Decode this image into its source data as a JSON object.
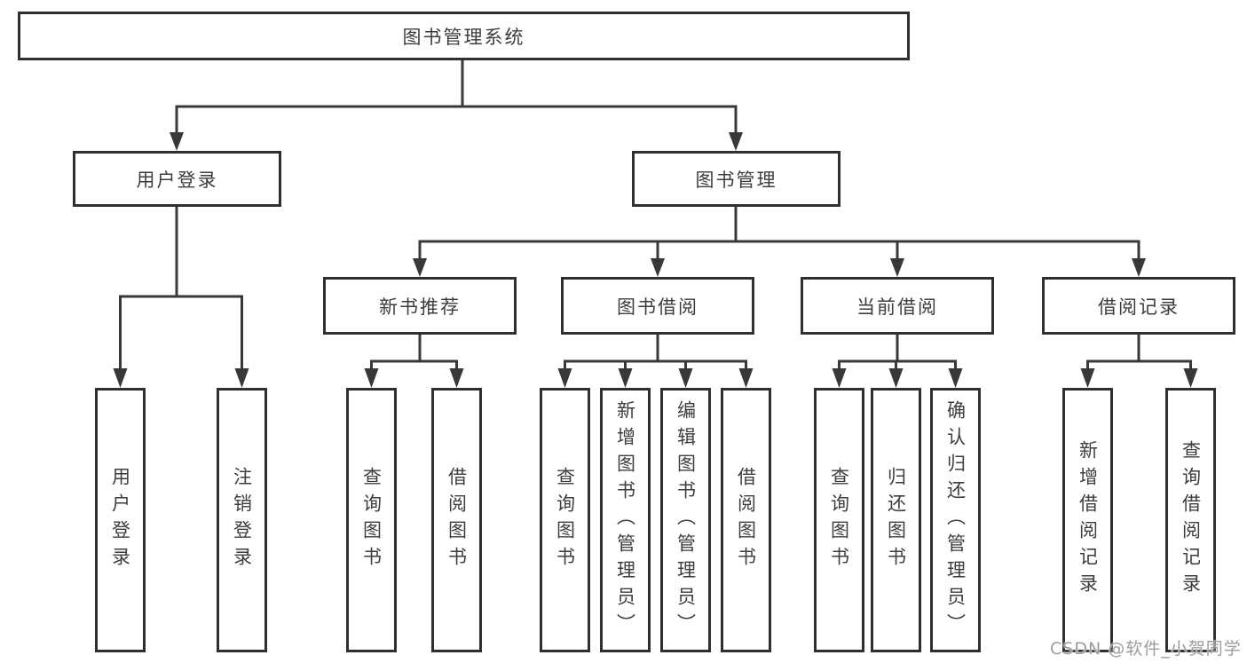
{
  "tree": {
    "label": "图书管理系统",
    "children": [
      {
        "label": "用户登录",
        "children": [
          {
            "label": "用户登录"
          },
          {
            "label": "注销登录"
          }
        ]
      },
      {
        "label": "图书管理",
        "children": [
          {
            "label": "新书推荐",
            "children": [
              {
                "label": "查询图书"
              },
              {
                "label": "借阅图书"
              }
            ]
          },
          {
            "label": "图书借阅",
            "children": [
              {
                "label": "查询图书"
              },
              {
                "label": "新增图书（管理员）"
              },
              {
                "label": "编辑图书（管理员）"
              },
              {
                "label": "借阅图书"
              }
            ]
          },
          {
            "label": "当前借阅",
            "children": [
              {
                "label": "查询图书"
              },
              {
                "label": "归还图书"
              },
              {
                "label": "确认归还（管理员）"
              }
            ]
          },
          {
            "label": "借阅记录",
            "children": [
              {
                "label": "新增借阅记录"
              },
              {
                "label": "查询借阅记录"
              }
            ]
          }
        ]
      }
    ]
  },
  "watermark": {
    "text": "CSDN @软件_小贺同学"
  },
  "colors": {
    "line": "#383838",
    "box_border": "#2f2f2f",
    "text": "#3d3d3d",
    "watermark": "#9c9c9c",
    "background": "#ffffff"
  }
}
